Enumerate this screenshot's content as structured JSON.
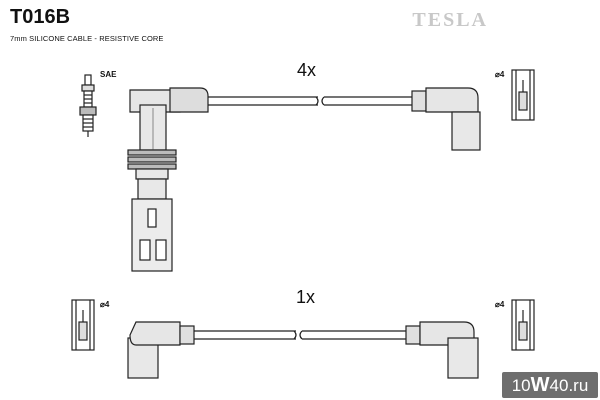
{
  "header": {
    "part_code": "T016B",
    "subtitle": "7mm SILICONE CABLE - RESISTIVE CORE",
    "brand_logo": "TESLA"
  },
  "labels": {
    "spark_plug_type": "SAE",
    "quantity_top": "4x",
    "quantity_bottom": "1x",
    "terminal_right_top": "⌀4",
    "terminal_left_bottom": "⌀4",
    "terminal_right_bottom": "⌀4"
  },
  "watermark": {
    "part1": "10",
    "part2": "W",
    "part3": "40",
    "part4": ".ru"
  }
}
